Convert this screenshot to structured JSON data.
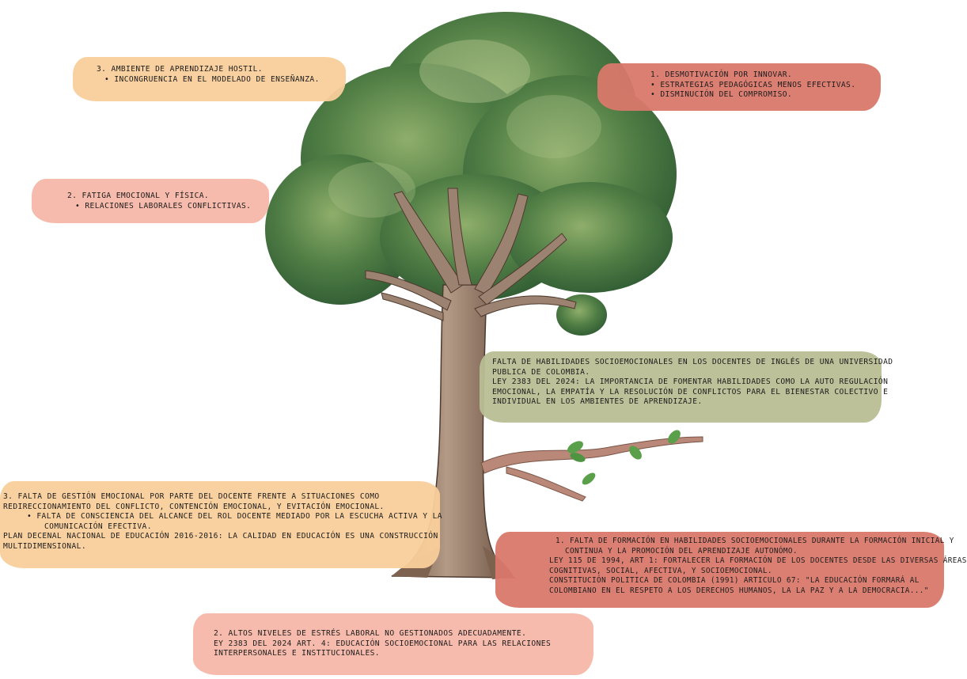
{
  "notes": {
    "top_left": {
      "title": "3. Ambiente de aprendizaje hostil.",
      "bullets": [
        "Incongruencia en el modelado de enseñanza."
      ]
    },
    "top_right": {
      "title": "1. Desmotivación por innovar.",
      "bullets": [
        "Estrategias pedagógicas menos efectivas.",
        "Disminución del compromiso."
      ]
    },
    "mid_left": {
      "title": "2. Fatiga emocional y física.",
      "bullets": [
        "Relaciones laborales conflictivas."
      ]
    },
    "center": {
      "lines": [
        "Falta de habilidades socioemocionales en los docentes de inglés de una universidad",
        "publica de Colombia.",
        "Ley 2383 del 2024: la importancia de fomentar habilidades como la auto regulación",
        "emocional, la empatía y la resolución de conflictos para el bienestar colectivo e",
        "individual en los ambientes de aprendizaje."
      ]
    },
    "bottom_left": {
      "lines_a": [
        "3. Falta de gestión emocional por parte del docente frente a situaciones como",
        "redireccionamiento del conflicto, contención emocional, y evitación emocional."
      ],
      "bullet_lines": [
        "Falta de consciencia del alcance del rol docente mediado por la escucha activa y la",
        "comunicación efectiva."
      ],
      "lines_b": [
        "Plan Decenal Nacional de Educación 2016-2016: La calidad en educación es una construcción",
        "multidimensional."
      ]
    },
    "bottom_right": {
      "lines": [
        "1. Falta de formación en habilidades socioemocionales durante la formación inicial y",
        "continua y la promoción del aprendizaje autonómo.",
        "Ley 115 de 1994, Art 1: Fortalecer la formación de los docentes desde las diversas áreas",
        "cognitivas, social, afectiva, y socioemocional.",
        "Constitución Politica de Colombia (1991) Articulo 67: \"La educación formará al",
        "colombiano en el respeto a los derechos humanos, la la paz y a la democracia...\""
      ]
    },
    "bottom_center": {
      "lines": [
        "2. Altos niveles de estrés laboral no gestionados adecuadamente.",
        "ey 2383 del 2024 Art. 4: Educación socioemocional para las relaciones",
        "interpersonales e institucionales."
      ]
    }
  },
  "colors": {
    "peach": "#f9cf9b",
    "pink": "#f6b7a8",
    "rose": "#d9786c",
    "sage": "#b9be93",
    "foliage": "#3f6b3a",
    "trunk": "#8a6a55"
  }
}
